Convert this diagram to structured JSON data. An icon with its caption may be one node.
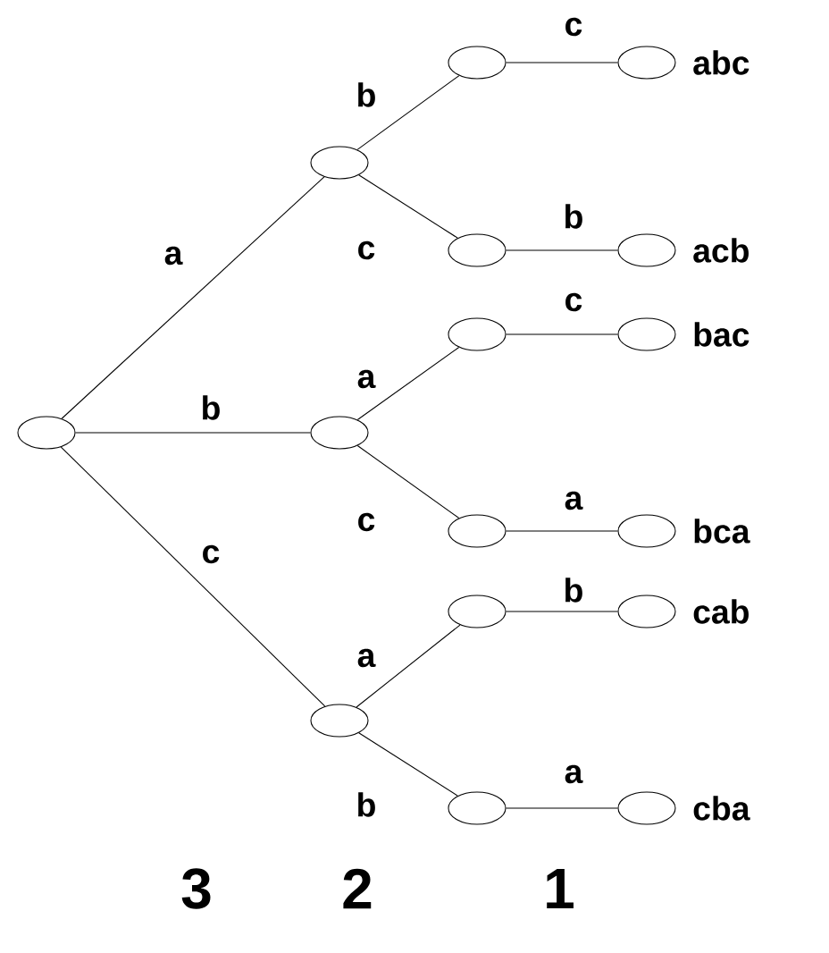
{
  "diagram": {
    "nodes": [
      {
        "text": [],
        "shape": "ellipse"
      },
      {
        "text": [],
        "shape": "ellipse"
      },
      {
        "text": [],
        "shape": "ellipse"
      },
      {
        "text": [],
        "shape": "ellipse"
      },
      {
        "text": [],
        "shape": "ellipse"
      },
      {
        "text": [],
        "shape": "ellipse"
      },
      {
        "text": [],
        "shape": "ellipse"
      },
      {
        "text": [],
        "shape": "ellipse"
      },
      {
        "text": [],
        "shape": "ellipse"
      },
      {
        "text": [],
        "shape": "ellipse"
      },
      {
        "text": [],
        "shape": "ellipse",
        "beside": [
          "abc"
        ]
      },
      {
        "text": [],
        "shape": "ellipse",
        "beside": [
          "acb"
        ]
      },
      {
        "text": [],
        "shape": "ellipse",
        "beside": [
          "bac"
        ]
      },
      {
        "text": [],
        "shape": "ellipse",
        "beside": [
          "bca"
        ]
      },
      {
        "text": [],
        "shape": "ellipse",
        "beside": [
          "cab"
        ]
      },
      {
        "text": [],
        "shape": "ellipse",
        "beside": [
          "cba"
        ]
      }
    ],
    "edges": [
      {
        "from": 0,
        "to": 1,
        "arrow": "none",
        "label": "a"
      },
      {
        "from": 0,
        "to": 2,
        "arrow": "none",
        "label": "b"
      },
      {
        "from": 0,
        "to": 3,
        "arrow": "none",
        "label": "c"
      },
      {
        "from": 1,
        "to": 4,
        "arrow": "none",
        "label": "b"
      },
      {
        "from": 1,
        "to": 5,
        "arrow": "none",
        "label": "c"
      },
      {
        "from": 2,
        "to": 6,
        "arrow": "none",
        "label": "a"
      },
      {
        "from": 2,
        "to": 7,
        "arrow": "none",
        "label": "c"
      },
      {
        "from": 3,
        "to": 8,
        "arrow": "none",
        "label": "a"
      },
      {
        "from": 3,
        "to": 9,
        "arrow": "none",
        "label": "b"
      },
      {
        "from": 4,
        "to": 10,
        "arrow": "none",
        "label": "c"
      },
      {
        "from": 5,
        "to": 11,
        "arrow": "none",
        "label": "b"
      },
      {
        "from": 6,
        "to": 12,
        "arrow": "none",
        "label": "c"
      },
      {
        "from": 7,
        "to": 13,
        "arrow": "none",
        "label": "a"
      },
      {
        "from": 8,
        "to": 14,
        "arrow": "none",
        "label": "b"
      },
      {
        "from": 9,
        "to": 15,
        "arrow": "none",
        "label": "a"
      }
    ],
    "labels": [
      "3",
      "2",
      "1"
    ]
  }
}
